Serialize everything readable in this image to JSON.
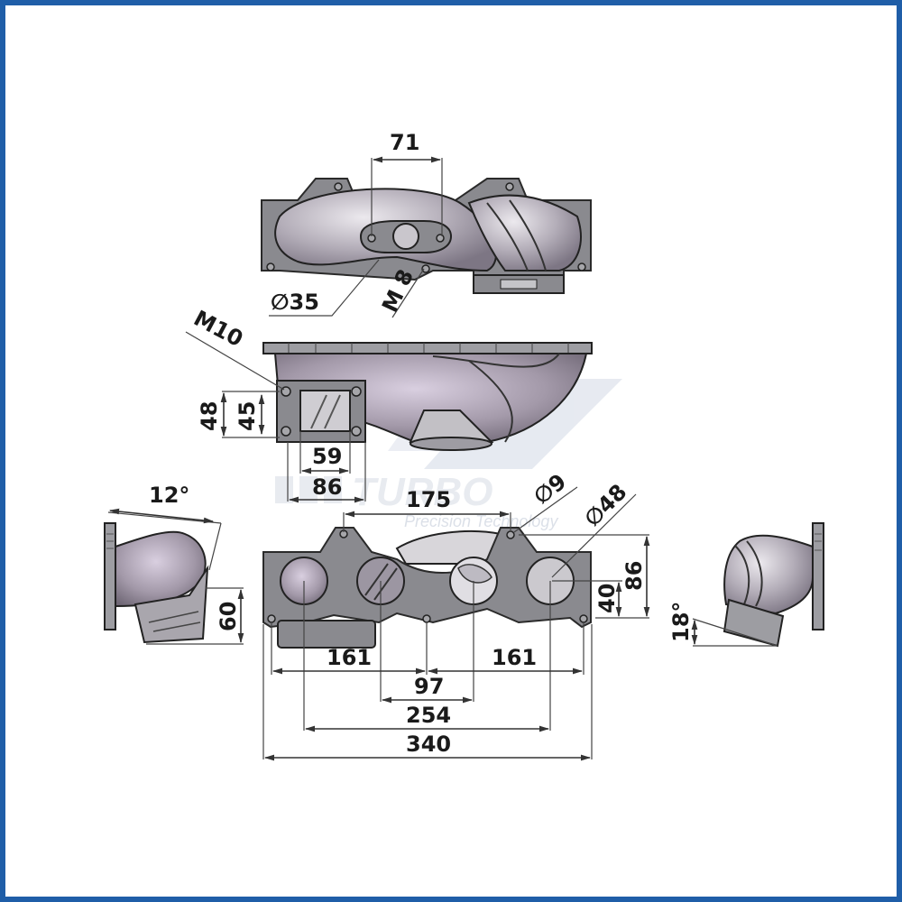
{
  "drawing": {
    "subject": "Exhaust manifold dimensional drawing",
    "border_color": "#1f5ea8",
    "watermark": {
      "logo_text": "TURBO",
      "tagline": "Precision Technology"
    },
    "top_view": {
      "dim_flange_spacing": "71",
      "dim_outlet_diameter": "∅35",
      "dim_stud_thread": "M 8"
    },
    "side_view": {
      "dim_stud_thread": "M10",
      "dim_height_outer": "48",
      "dim_height_inner": "45",
      "dim_width_inner": "59",
      "dim_width_outer": "86"
    },
    "front_view": {
      "dim_bolt_spacing_top": "175",
      "dim_bolt_hole": "∅9",
      "dim_port_diameter": "∅48",
      "dim_height_total": "86",
      "dim_port_center_height": "40",
      "dim_left_161": "161",
      "dim_right_161": "161",
      "dim_inner_97": "97",
      "dim_port_span_254": "254",
      "dim_total_340": "340"
    },
    "left_end_view": {
      "dim_angle": "12°",
      "dim_height": "60"
    },
    "right_end_view": {
      "dim_angle": "18°"
    }
  }
}
